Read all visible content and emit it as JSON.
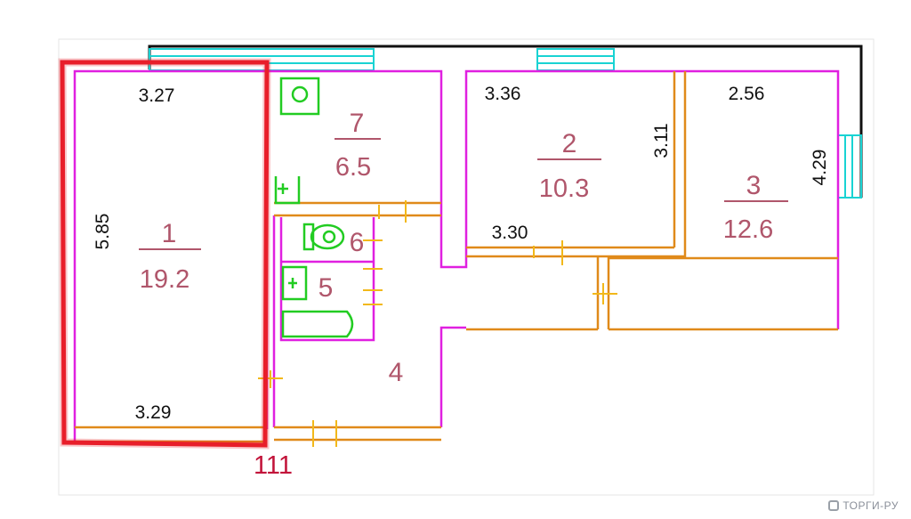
{
  "plan_label": "111",
  "watermark": "ТОРГИ-РУ",
  "rooms": {
    "r1": {
      "num": "1",
      "area": "19.2",
      "dim_top": "3.27",
      "dim_side": "5.85",
      "dim_bottom": "3.29"
    },
    "r2": {
      "num": "2",
      "area": "10.3",
      "dim_top": "3.36",
      "dim_side": "3.11",
      "dim_bottom": "3.30"
    },
    "r3": {
      "num": "3",
      "area": "12.6",
      "dim_top": "2.56",
      "dim_side": "4.29"
    },
    "r4": {
      "num": "4"
    },
    "r5": {
      "num": "5"
    },
    "r6": {
      "num": "6"
    },
    "r7": {
      "num": "7",
      "area": "6.5"
    }
  },
  "colors": {
    "wall_magenta": "#e020e0",
    "wall_orange": "#e08a1a",
    "window_cyan": "#19d3d3",
    "fixture_green": "#22cc22",
    "highlight_red": "#e81e2a",
    "text_room": "#b0566b"
  }
}
